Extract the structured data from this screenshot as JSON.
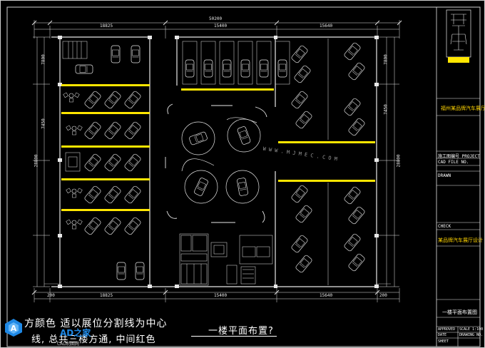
{
  "drawing": {
    "floor_plan_title": "一楼平面布置?",
    "watermark_line1": "方颜色 适以展位分割线为中心",
    "watermark_line2": "线, 总共三楼方通, 中间红色",
    "site_watermark": "W W W . M J M E C . C O M",
    "logo_text": "AD之家",
    "logo_subtext": "CAD制图网",
    "dimensions": {
      "top_total": "50200",
      "top_left": "18825",
      "top_mid": "15400",
      "top_right": "15640",
      "bottom_left": "18825",
      "bottom_mid": "15400",
      "bottom_right": "15640",
      "left_total": "28800",
      "right_total": "28800",
      "left_seg1": "7800",
      "left_seg2": "7450",
      "right_seg1": "7450",
      "right_seg2": "7800",
      "small_left": "200",
      "small_right": "200"
    }
  },
  "title_block": {
    "project_name": "福州某品牌汽车展厅",
    "design_title": "某品牌汽车展厅设计",
    "drawing_name": "一楼平面布置图",
    "field_1": "施工图编号 PROJECT",
    "field_2": "CAD FILE NO.",
    "field_3": "DRAWN",
    "field_4": "CHECK",
    "field_5": "APPROVED",
    "field_6": "DRAWING NO.",
    "scale_label": "SCALE 1:100",
    "date_label": "DATE",
    "sheet_label": "SHEET"
  },
  "colors": {
    "background": "#000000",
    "lines": "#e8e8e8",
    "highlight": "#ffe600",
    "title_yellow": "#ffd400",
    "logo_blue": "#1e88e5"
  }
}
